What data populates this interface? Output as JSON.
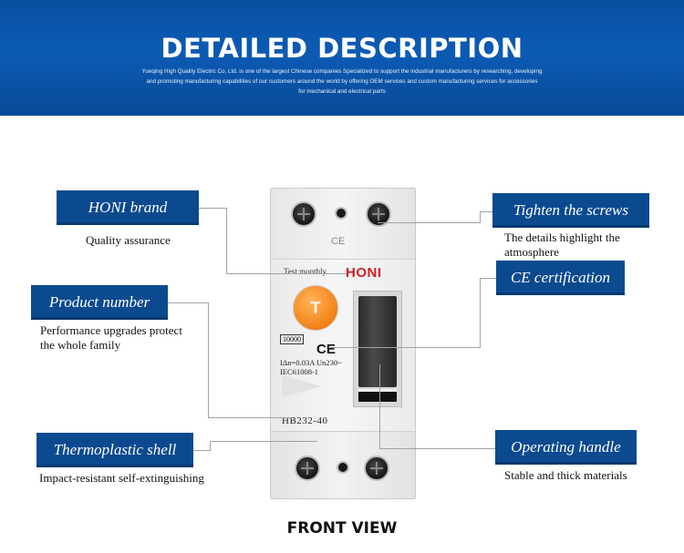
{
  "banner": {
    "title": "DETAILED DESCRIPTION",
    "subtitle_lines": [
      "Yueqing High Quality Electric Co, Ltd. is one of the largest Chinese companies Specialized to support the industrial manufacturers by researching, developing",
      "and promoting manufacturing capabilities of our customers around the world by offering OEM services and custom manufacturing services for accessories",
      "for mechanical and electrical parts"
    ],
    "colors": {
      "background": "#0b5bb5",
      "text": "#ffffff"
    }
  },
  "features": {
    "honi_brand": {
      "label": "HONI brand",
      "desc_lines": [
        "Quality assurance"
      ]
    },
    "product_number": {
      "label": "Product number",
      "desc_lines": [
        "Performance upgrades protect",
        "the whole family"
      ]
    },
    "thermoplastic_shell": {
      "label": "Thermoplastic shell",
      "desc_lines": [
        "Impact-resistant self-extinguishing"
      ]
    },
    "tighten_screws": {
      "label": "Tighten the screws",
      "desc_lines": [
        "The details highlight the",
        "atmosphere"
      ]
    },
    "ce_certification": {
      "label": "CE certification",
      "desc_lines": []
    },
    "operating_handle": {
      "label": "Operating handle",
      "desc_lines": [
        "Stable and thick materials"
      ]
    }
  },
  "device": {
    "test_text": "Test monthly",
    "logo": "HONI",
    "test_button": "T",
    "code": "10000",
    "ce_mark": "CE",
    "spec_line": "IΔn=0.03A Un230~",
    "standard": "IEC61008-1",
    "model": "HB232-40",
    "colors": {
      "button": "#f5891f",
      "logo": "#cf1f26",
      "handle": "#2b2b2b"
    }
  },
  "caption": "FRONT VIEW",
  "colors": {
    "tag_background": "#0b4a8f",
    "connector": "#9aa3ad"
  }
}
